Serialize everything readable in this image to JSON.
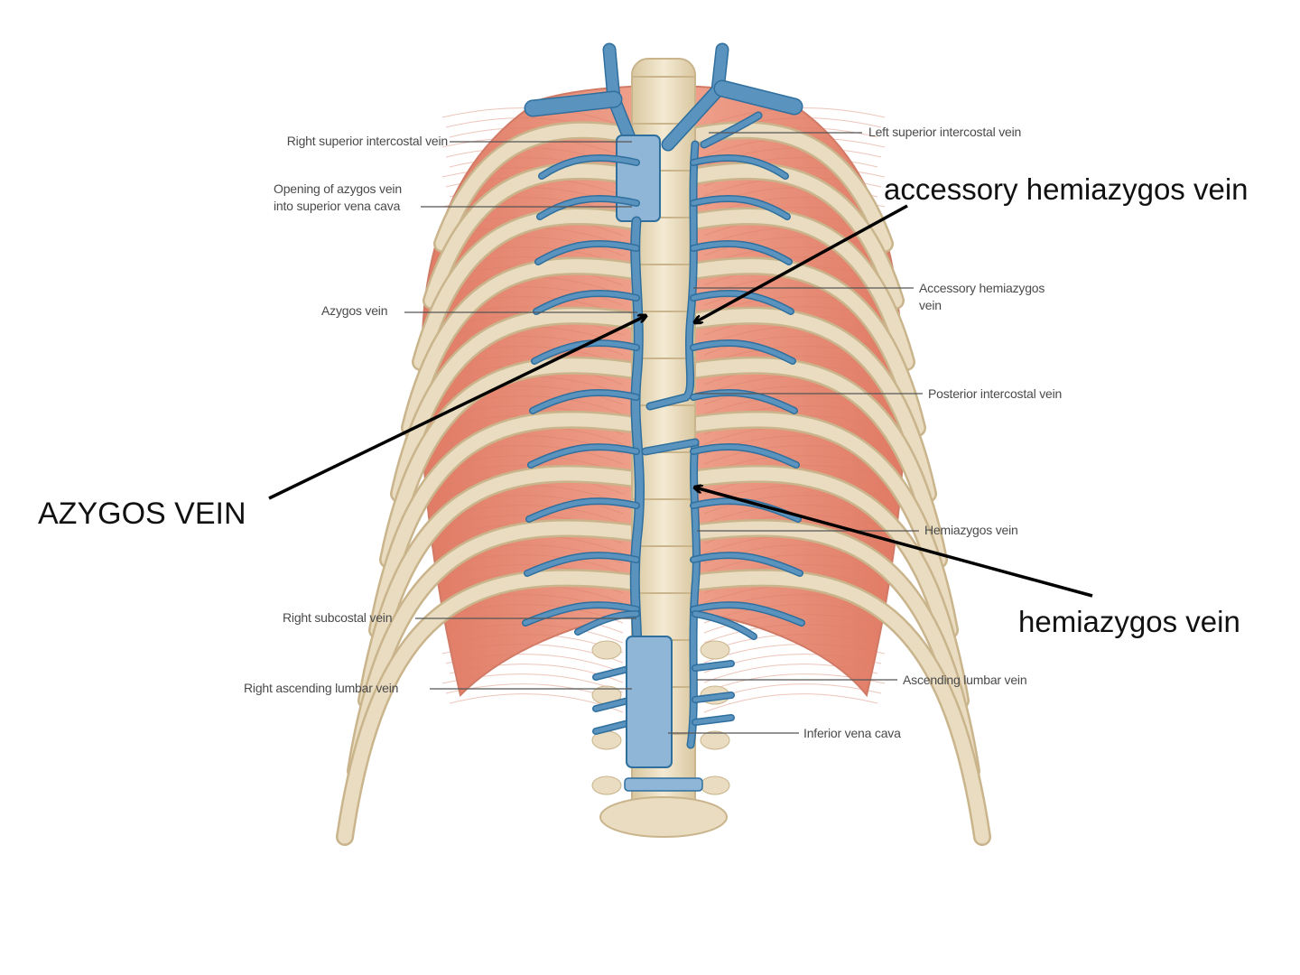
{
  "colors": {
    "vein": "#5b93bf",
    "vein_dark": "#2f6f9e",
    "vein_fill": "#8fb6d6",
    "bone": "#e9dcc0",
    "bone_edge": "#c9b48c",
    "muscle": "#e8907a",
    "muscle_light": "#f3b7a5",
    "leader": "#555555",
    "arrow": "#000000"
  },
  "small_labels": {
    "right_superior_intercostal": "Right superior intercostal vein",
    "opening_azygos_line1": "Opening of azygos vein",
    "opening_azygos_line2": "into superior vena cava",
    "azygos": "Azygos vein",
    "right_subcostal": "Right subcostal vein",
    "right_ascending_lumbar": "Right ascending lumbar vein",
    "left_superior_intercostal": "Left superior intercostal vein",
    "accessory_hemiazygos_line1": "Accessory hemiazygos",
    "accessory_hemiazygos_line2": "vein",
    "posterior_intercostal": "Posterior intercostal vein",
    "hemiazygos": "Hemiazygos vein",
    "ascending_lumbar": "Ascending lumbar vein",
    "inferior_vena_cava": "Inferior vena cava"
  },
  "callouts": {
    "accessory_hemiazygos": "accessory hemiazygos vein",
    "azygos": "AZYGOS VEIN",
    "hemiazygos": "hemiazygos vein"
  }
}
